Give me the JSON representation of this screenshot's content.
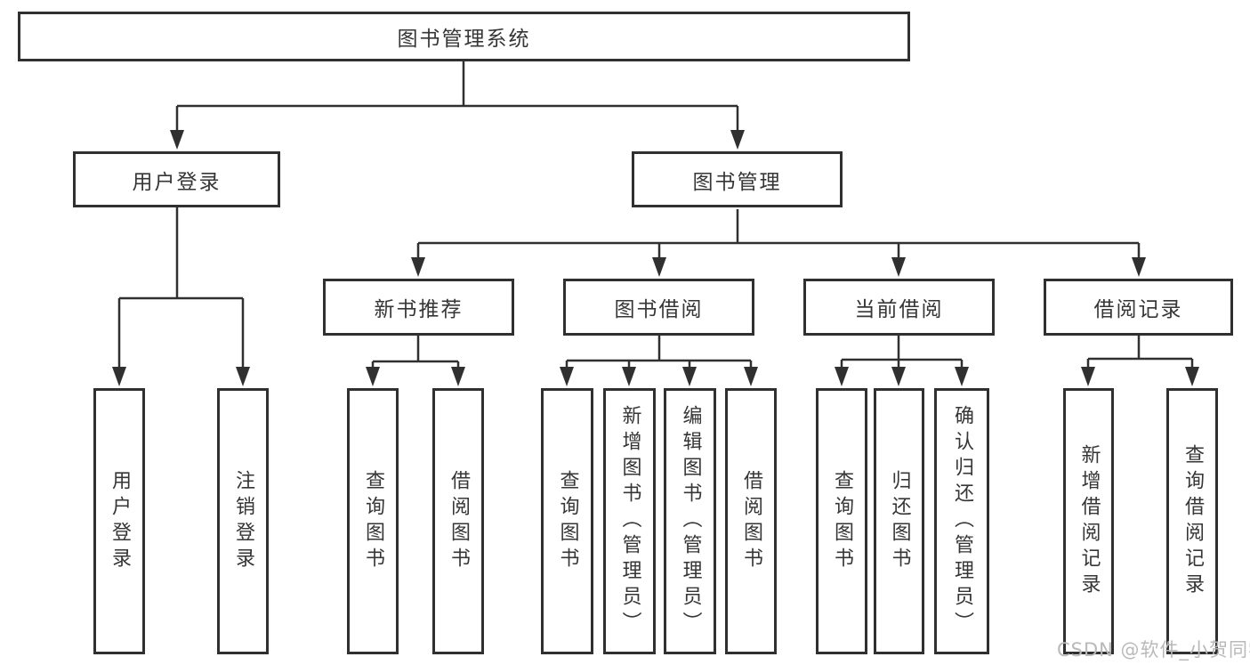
{
  "colors": {
    "line": "#303030",
    "text": "#363636",
    "background": "#ffffff",
    "watermark": "#b9b9b9"
  },
  "watermark": {
    "text": "CSDN @软件_小贺同学"
  },
  "diagram": {
    "root": {
      "label": "图书管理系统"
    },
    "branches": [
      {
        "label": "用户登录",
        "children": [
          {
            "label": "用户登录"
          },
          {
            "label": "注销登录"
          }
        ]
      },
      {
        "label": "图书管理",
        "children": [
          {
            "label": "新书推荐",
            "children": [
              {
                "label": "查询图书"
              },
              {
                "label": "借阅图书"
              }
            ]
          },
          {
            "label": "图书借阅",
            "children": [
              {
                "label": "查询图书"
              },
              {
                "label": "新增图书（管理员）"
              },
              {
                "label": "编辑图书（管理员）"
              },
              {
                "label": "借阅图书"
              }
            ]
          },
          {
            "label": "当前借阅",
            "children": [
              {
                "label": "查询图书"
              },
              {
                "label": "归还图书"
              },
              {
                "label": "确认归还（管理员）"
              }
            ]
          },
          {
            "label": "借阅记录",
            "children": [
              {
                "label": "新增借阅记录"
              },
              {
                "label": "查询借阅记录"
              }
            ]
          }
        ]
      }
    ]
  }
}
